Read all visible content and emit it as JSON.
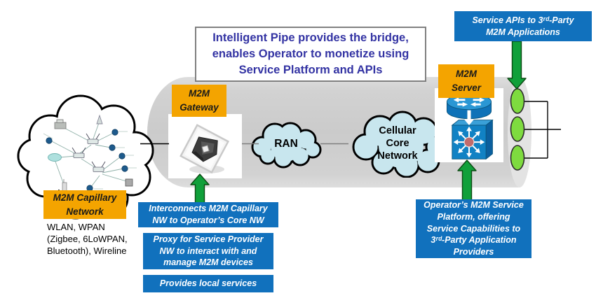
{
  "colors": {
    "accent_orange": "#F4A400",
    "note_blue": "#1171BD",
    "title_navy": "#3333A3",
    "arrow_green": "#10A03A",
    "port_green": "#7EDB3F",
    "cloud_blue": "#C8E6EE",
    "pipe_gray": "#D0D0D0"
  },
  "header": {
    "title": "Intelligent Pipe provides the bridge,\nenables Operator to monetize using\nService Platform and APIs"
  },
  "capillary_network": {
    "label": "M2M Capillary\nNetwork",
    "technologies": "WLAN, WPAN\n(Zigbee, 6LoWPAN,\nBluetooth), Wireline"
  },
  "gateway": {
    "label": "M2M\nGateway"
  },
  "server": {
    "label": "M2M\nServer"
  },
  "pipe": {
    "ran_label": "RAN",
    "core_label": "Cellular\nCore\nNetwork"
  },
  "callouts": {
    "service_apis": "Service APIs to 3ʳᵈ-Party\nM2M Applications",
    "gateway_notes": [
      "Interconnects M2M Capillary\nNW to Operator’s Core NW",
      "Proxy for Service Provider\nNW to interact with and\nmanage M2M devices",
      "Provides local services"
    ],
    "server_note": "Operator’s M2M Service\nPlatform, offering\nService Capabilities to\n3ʳᵈ-Party Application\nProviders"
  }
}
